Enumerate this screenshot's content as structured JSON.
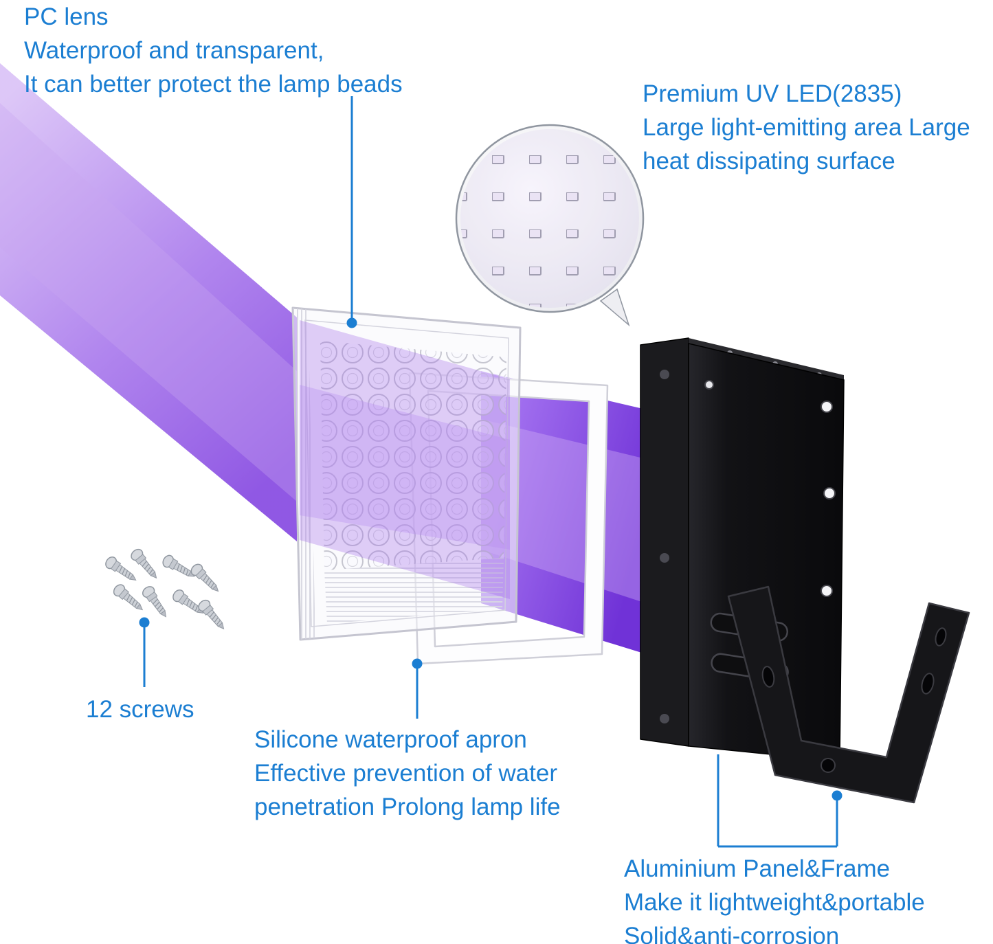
{
  "labels": {
    "pc_lens": {
      "line1": "PC lens",
      "line2": "Waterproof and transparent,",
      "line3": "It can better protect the lamp beads"
    },
    "uv_led": {
      "line1": "Premium UV LED(2835)",
      "line2": "Large light-emitting area Large",
      "line3": "heat dissipating surface"
    },
    "screws": {
      "line1": "12 screws"
    },
    "silicone": {
      "line1": "Silicone waterproof apron",
      "line2": "Effective prevention of water",
      "line3": "penetration Prolong lamp life"
    },
    "aluminium": {
      "line1": "Aluminium Panel&Frame",
      "line2": "Make it lightweight&portable",
      "line3": "Solid&anti-corrosion"
    }
  },
  "colors": {
    "label_text": "#1b7ed2",
    "callout_blue": "#1b7ed2",
    "beam_purple_light": "#d7bdf6",
    "beam_purple_dark": "#7433da",
    "housing_black": "#141417",
    "gasket_white": "#fdfdfe",
    "background": "#ffffff"
  },
  "parts": {
    "beam": "uv-light-beam",
    "lens": "pc-lens",
    "gasket": "silicone-waterproof-apron",
    "housing": "aluminium-panel-frame",
    "bracket": "mounting-bracket",
    "screws": "twelve-screws",
    "closeup": "uv-led-closeup-magnifier"
  }
}
